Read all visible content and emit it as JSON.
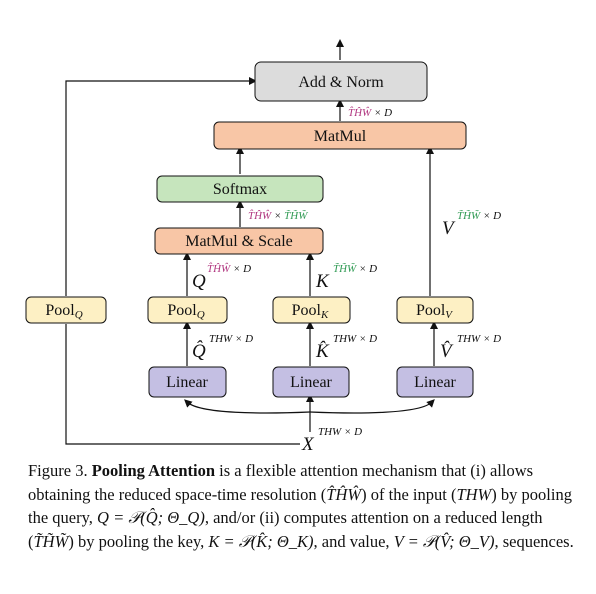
{
  "diagram": {
    "boxes": {
      "add_norm": "Add & Norm",
      "matmul": "MatMul",
      "softmax": "Softmax",
      "matmul_scale": "MatMul & Scale",
      "pool_q_left": "Pool",
      "pool_q_left_sub": "Q",
      "pool_q": "Pool",
      "pool_q_sub": "Q",
      "pool_k": "Pool",
      "pool_k_sub": "K",
      "pool_v": "Pool",
      "pool_v_sub": "V",
      "linear_q": "Linear",
      "linear_k": "Linear",
      "linear_v": "Linear"
    },
    "labels": {
      "thw_hat_pink": "T̂ĤŴ",
      "times_d": "× D",
      "thw_times_pink": "T̂ĤŴ",
      "times": "×",
      "thw_tilde_green": "T̃H̃W̃",
      "q": "Q",
      "k": "K",
      "v": "V",
      "q_hat": "Q̂",
      "k_hat": "K̂",
      "v_hat": "V̂",
      "x": "X",
      "thw_d": "THW × D"
    },
    "colors": {
      "add_norm": "#dcdcdc",
      "matmul": "#f8c6a6",
      "softmax": "#c6e5bd",
      "matmul_scale": "#f8c6a6",
      "pool": "#fdf0c4",
      "linear": "#c4bfe3",
      "pink": "#b0357f",
      "green": "#2f9a53"
    }
  },
  "caption": {
    "fig_label": "Figure 3.",
    "title": "Pooling Attention",
    "t1": " is a flexible attention mechanism that (i) allows obtaining the reduced space-time resolution (",
    "m1": "T̂ĤŴ",
    "t2": ") of the input (",
    "m2": "THW",
    "t3": ") by pooling the query, ",
    "m3": "Q = 𝒫(Q̂; Θ_Q)",
    "t4": ", and/or (ii) computes attention on a reduced length (",
    "m4": "T̃H̃W̃",
    "t5": ") by pooling the key, ",
    "m5": "K = 𝒫(K̂; Θ_K)",
    "t6": ", and value, ",
    "m6": "V = 𝒫(V̂; Θ_V)",
    "t7": ", sequences."
  }
}
